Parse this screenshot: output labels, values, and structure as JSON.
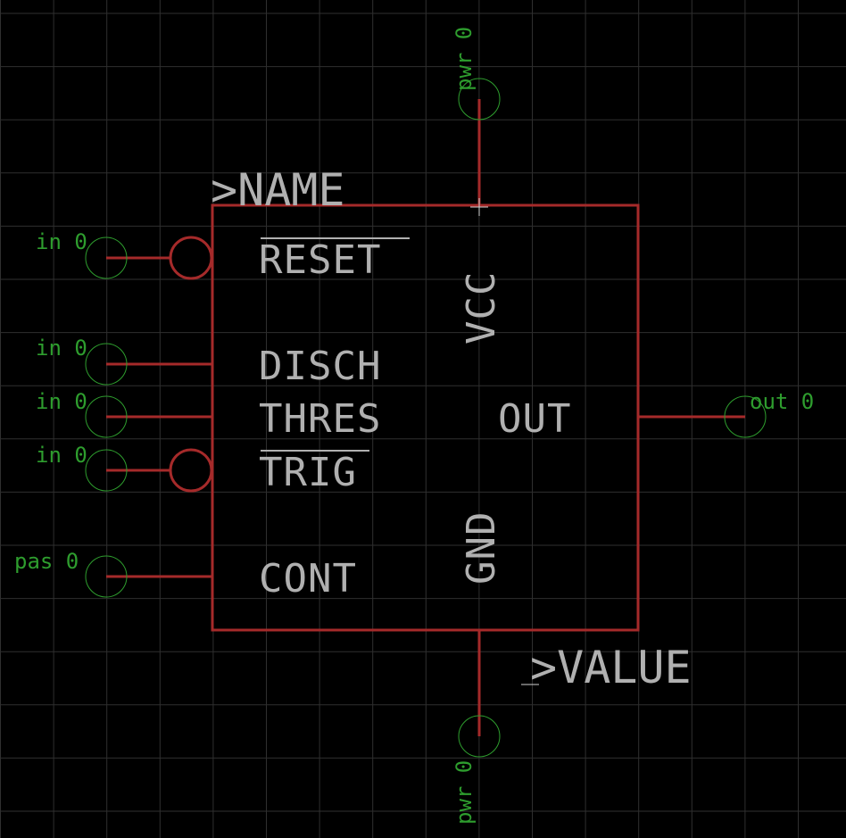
{
  "symbol": {
    "name_placeholder": ">NAME",
    "value_placeholder": ">VALUE",
    "colors": {
      "background": "#000000",
      "grid": "#2f2f2f",
      "body": "#a52a2a",
      "pin_text": "#b0b0b0",
      "attribute_text": "#2e9d2e"
    }
  },
  "pins": {
    "reset": {
      "name": "RESET",
      "attr": "in 0",
      "inverted": true,
      "overbar": true
    },
    "disch": {
      "name": "DISCH",
      "attr": "in 0",
      "inverted": false,
      "overbar": false
    },
    "thres": {
      "name": "THRES",
      "attr": "in 0",
      "inverted": false,
      "overbar": false
    },
    "trig": {
      "name": "TRIG",
      "attr": "in 0",
      "inverted": true,
      "overbar": true
    },
    "cont": {
      "name": "CONT",
      "attr": "pas 0",
      "inverted": false,
      "overbar": false
    },
    "out": {
      "name": "OUT",
      "attr": "out 0"
    },
    "vcc": {
      "name": "VCC",
      "attr": "pwr 0"
    },
    "gnd": {
      "name": "GND",
      "attr": "pwr 0"
    }
  }
}
